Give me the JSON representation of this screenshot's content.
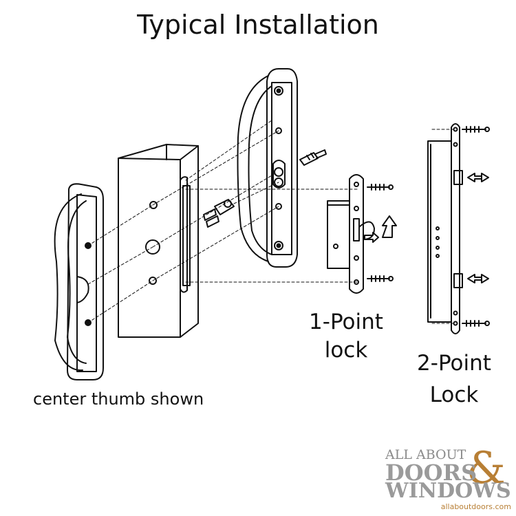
{
  "title": "Typical Installation",
  "labels": {
    "center_thumb": "center thumb shown",
    "one_point_line1": "1-Point",
    "one_point_line2": "lock",
    "two_point_line1": "2-Point",
    "two_point_line2": "Lock"
  },
  "logo": {
    "line1": "ALL ABOUT",
    "line2": "DOORS",
    "ampersand": "&",
    "line3": "WINDOWS",
    "url": "allaboutdoors.com"
  },
  "colors": {
    "ink": "#111111",
    "logo_gray": "#9a9a9a",
    "logo_brand": "#b87f35"
  }
}
